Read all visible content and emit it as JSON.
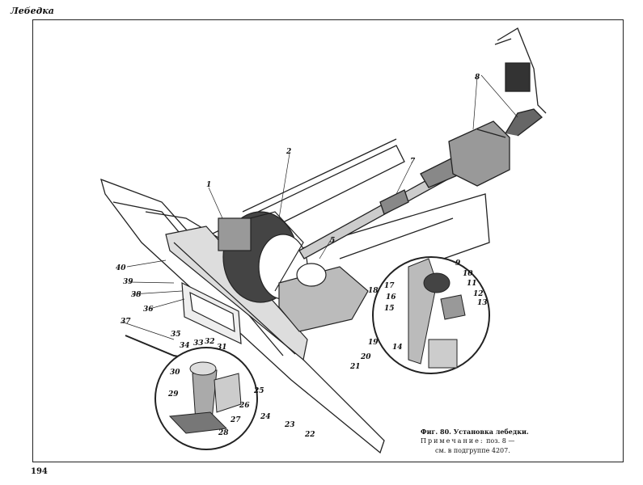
{
  "header": {
    "title": "Лебедка"
  },
  "page": {
    "number": "194"
  },
  "caption": {
    "figure": "Фиг. 80. Установка лебедки.",
    "note_label": "Примечание:",
    "note_text": "поз. 8 —",
    "note_text_2": "см. в подгруппе 4207."
  },
  "callouts": [
    {
      "label": "1"
    },
    {
      "label": "2"
    },
    {
      "label": "5"
    },
    {
      "label": "7"
    },
    {
      "label": "8"
    },
    {
      "label": "9"
    },
    {
      "label": "10"
    },
    {
      "label": "11"
    },
    {
      "label": "12"
    },
    {
      "label": "13"
    },
    {
      "label": "14"
    },
    {
      "label": "15"
    },
    {
      "label": "16"
    },
    {
      "label": "17"
    },
    {
      "label": "18"
    },
    {
      "label": "19"
    },
    {
      "label": "20"
    },
    {
      "label": "21"
    },
    {
      "label": "22"
    },
    {
      "label": "23"
    },
    {
      "label": "24"
    },
    {
      "label": "25"
    },
    {
      "label": "26"
    },
    {
      "label": "27"
    },
    {
      "label": "28"
    },
    {
      "label": "29"
    },
    {
      "label": "30"
    },
    {
      "label": "31"
    },
    {
      "label": "32"
    },
    {
      "label": "33"
    },
    {
      "label": "34"
    },
    {
      "label": "35"
    },
    {
      "label": "36"
    },
    {
      "label": "37"
    },
    {
      "label": "38"
    },
    {
      "label": "39"
    },
    {
      "label": "40"
    },
    {
      "label": "30"
    }
  ]
}
